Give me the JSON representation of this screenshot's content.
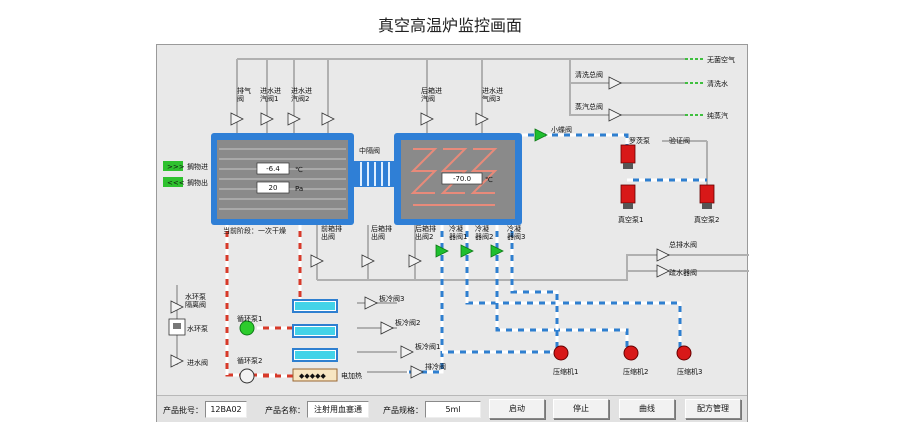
{
  "title": "真空高温炉监控画面",
  "external_lines": {
    "sterile_air": "无菌空气",
    "clean_water": "清洗水",
    "pure_steam": "纯蒸汽"
  },
  "valves": {
    "exhaust": "排气\n阀",
    "water_inlet_1": "进水进\n汽阀1",
    "water_inlet_2": "进水进\n汽阀2",
    "rear_inlet": "后箱进\n汽阀",
    "water_inlet_3": "进水进\n汽阀3",
    "clean_main": "清洗总阀",
    "steam_main": "蒸汽总阀",
    "small_butterfly": "小蝶阀",
    "roots": "罗茨泵",
    "verify": "验证阀",
    "middle_isolation": "中隔阀",
    "front_drain": "前箱排\n出阀",
    "rear_drain_1": "后箱排\n出阀",
    "rear_drain_2": "后箱排\n出阀2",
    "condenser_1": "冷凝\n器阀1",
    "condenser_2": "冷凝\n器阀2",
    "condenser_3": "冷凝\n器阀3",
    "main_drain": "总排水阀",
    "trap": "疏水器阀",
    "ring_pump_isolation": "水环泵\n隔离阀",
    "inlet_water": "进水阀",
    "plate_cool_3": "板冷阀3",
    "plate_cool_2": "板冷阀2",
    "plate_cool_1": "板冷阀1",
    "drain": "排冷阀"
  },
  "equipment": {
    "vacuum_pump_1": "真空泵1",
    "vacuum_pump_2": "真空泵2",
    "water_ring_pump": "水环泵",
    "circ_pump_1": "循环泵1",
    "circ_pump_2": "循环泵2",
    "electric_heater": "电加热",
    "compressor_1": "压缩机1",
    "compressor_2": "压缩机2",
    "compressor_3": "压缩机3"
  },
  "shelf": {
    "in_label": "搁物进",
    "out_label": "搁物出"
  },
  "front_chamber": {
    "temperature": "-6.4",
    "temperature_unit": "℃",
    "pressure": "20",
    "pressure_unit": "Pa"
  },
  "rear_chamber": {
    "temperature": "-70.0",
    "temperature_unit": "℃"
  },
  "stage_text": "当前阶段：一次干燥",
  "bottom": {
    "batch_label": "产品批号：",
    "batch_value": "12BA02",
    "name_label": "产品名称：",
    "name_value": "注射用血塞通",
    "spec_label": "产品规格：",
    "spec_value": "5ml",
    "start": "启动",
    "stop": "停止",
    "curve": "曲线",
    "recipe": "配方管理"
  },
  "colors": {
    "chamber_blue": "#2f7fd6",
    "hot_pipe": "#d83a2a",
    "cold_pipe": "#2e7fd0",
    "valve_green": "#1fbf2f",
    "pump_red": "#d81818",
    "coil": "#e88a7a"
  }
}
